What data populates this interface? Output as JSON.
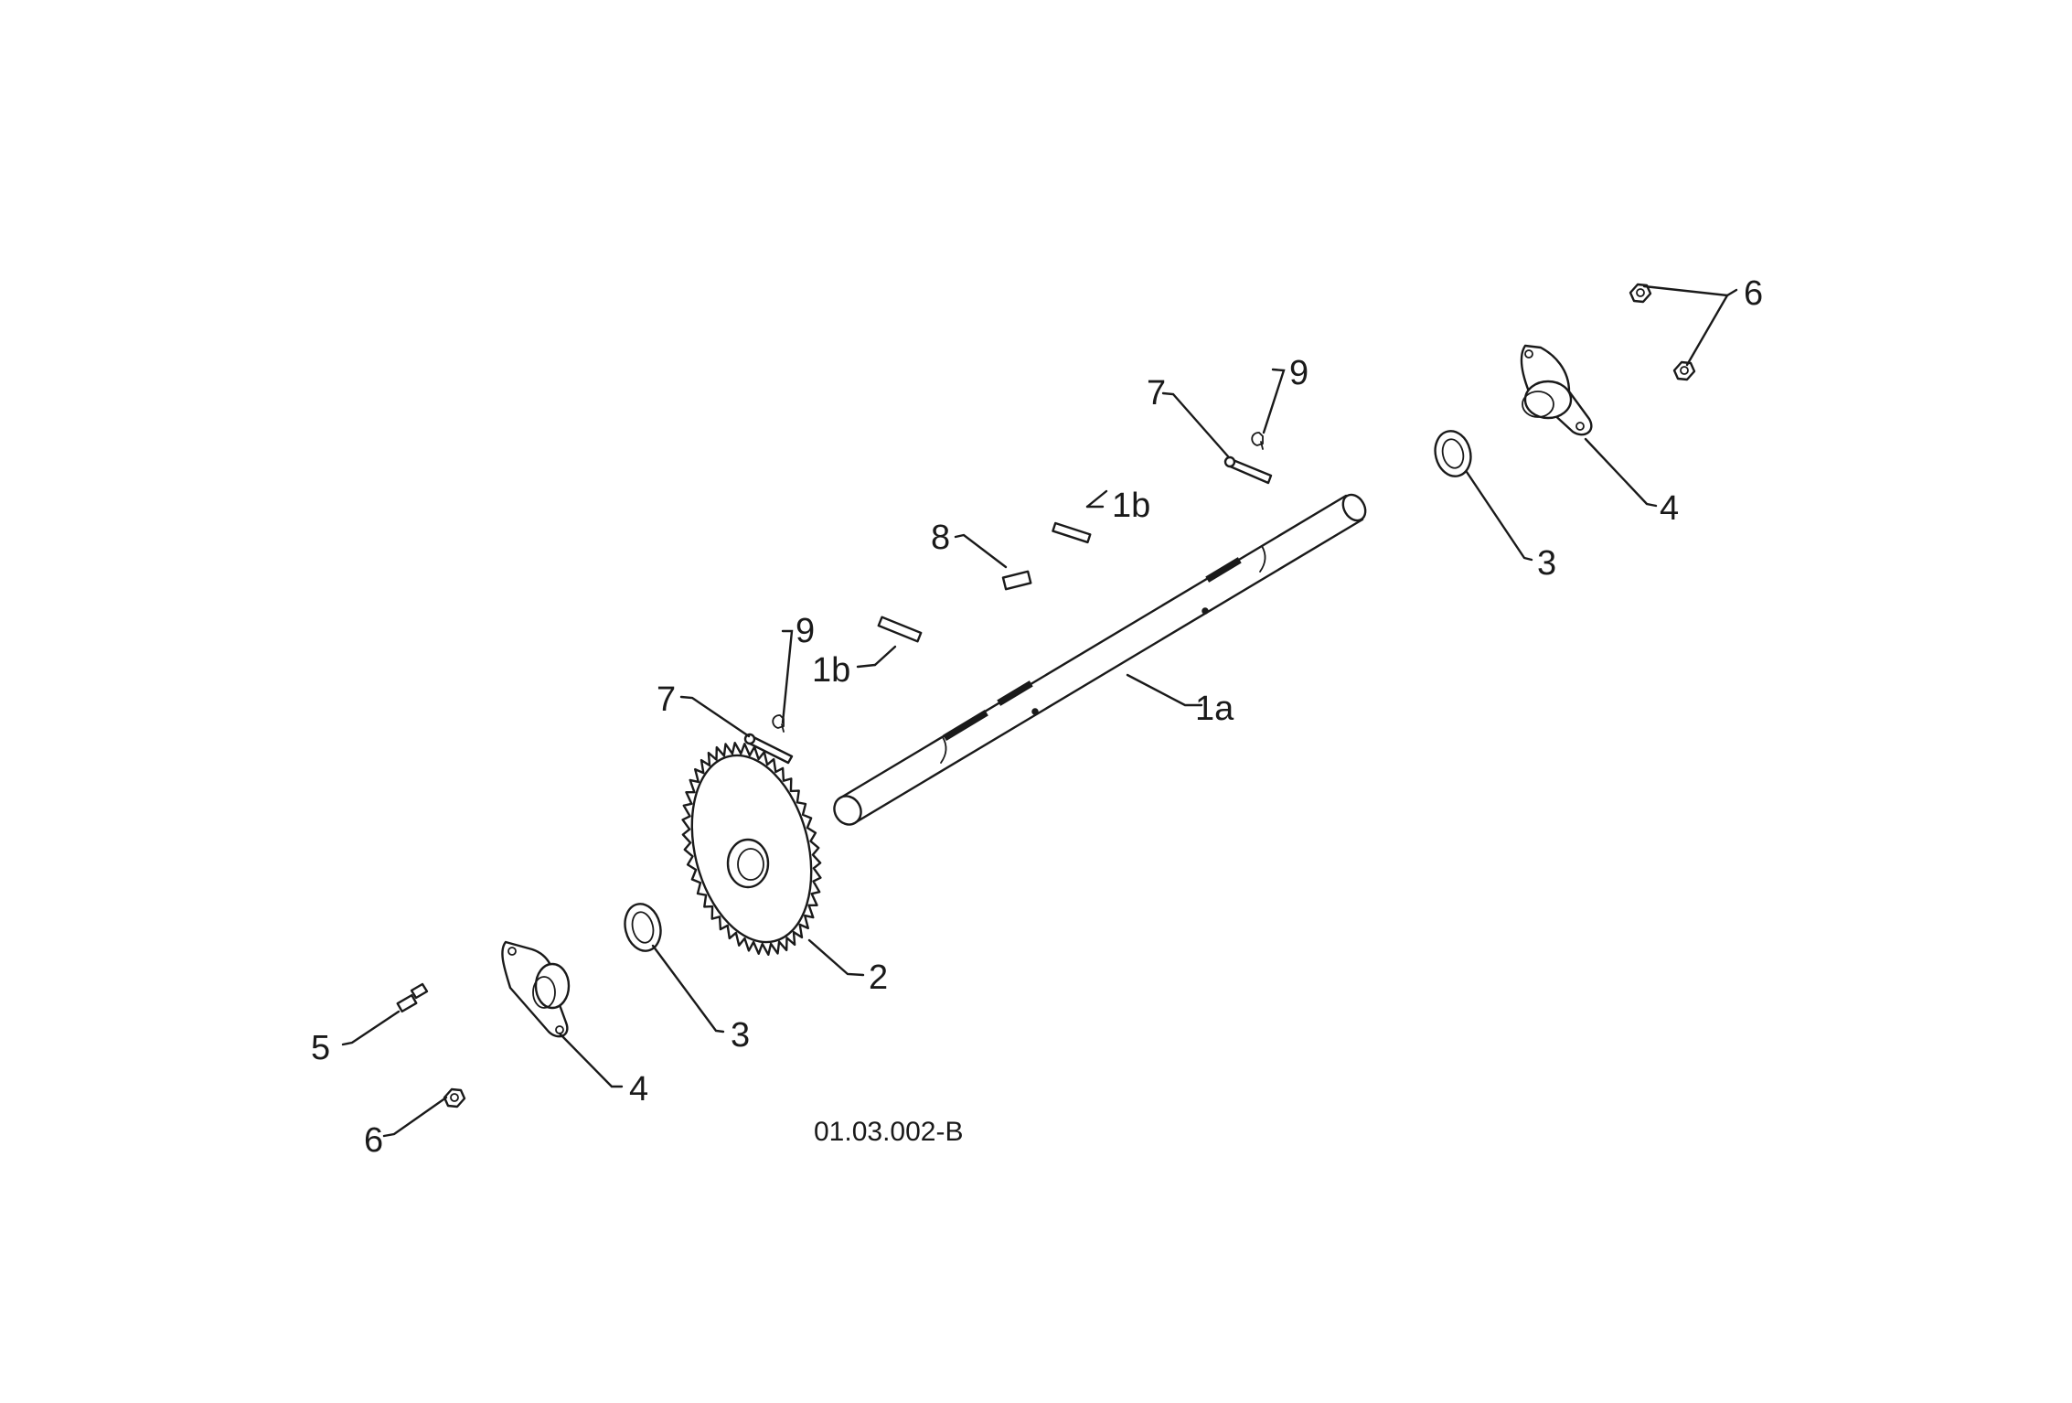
{
  "figure_code": "01.03.002-B",
  "callouts": {
    "shaft": "1a",
    "key_upper": "1b",
    "key_lower": "1b",
    "sprocket": "2",
    "washer_left": "3",
    "washer_right": "3",
    "bearing_left": "4",
    "bearing_right": "4",
    "bolt": "5",
    "nut_left": "6",
    "nuts_right": "6",
    "pin_left": "7",
    "pin_right": "7",
    "key_center": "8",
    "clip_left": "9",
    "clip_right": "9"
  }
}
